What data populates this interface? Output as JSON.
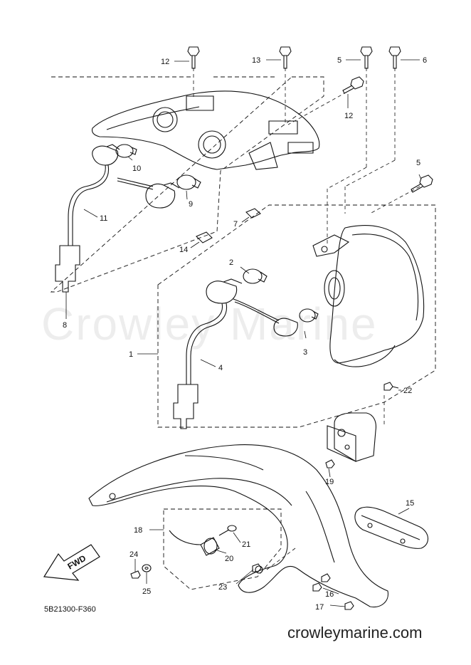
{
  "watermark": "Crowley Marine",
  "drawing_code": "5B21300-F360",
  "website": "crowleymarine.com",
  "fwd_label": "FWD",
  "callouts": {
    "c1": "1",
    "c2": "2",
    "c3": "3",
    "c4": "4",
    "c5a": "5",
    "c5b": "5",
    "c6": "6",
    "c7": "7",
    "c8": "8",
    "c9": "9",
    "c10": "10",
    "c11": "11",
    "c12a": "12",
    "c12b": "12",
    "c13": "13",
    "c14": "14",
    "c15": "15",
    "c16": "16",
    "c17": "17",
    "c18": "18",
    "c19": "19",
    "c20": "20",
    "c21": "21",
    "c22": "22",
    "c23": "23",
    "c24": "24",
    "c25": "25"
  }
}
